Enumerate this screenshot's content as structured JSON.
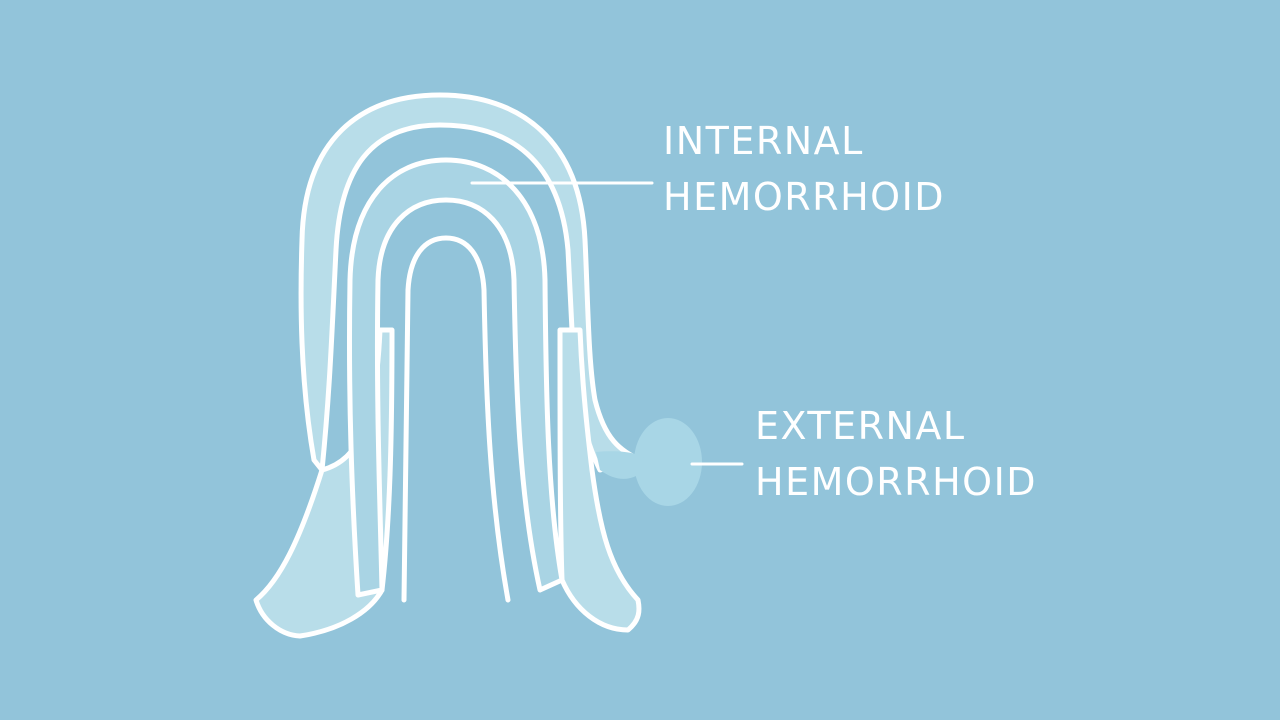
{
  "colors": {
    "background": "#92c4da",
    "outline": "#ffffff",
    "tissue_fill": "#b8dde9",
    "inner_fill": "#a9d4e4",
    "external_fill": "#a8d6e6",
    "label_text": "#ffffff"
  },
  "labels": {
    "internal": {
      "line1": "INTERNAL",
      "line2": "HEMORRHOID"
    },
    "external": {
      "line1": "EXTERNAL",
      "line2": "HEMORRHOID"
    }
  }
}
